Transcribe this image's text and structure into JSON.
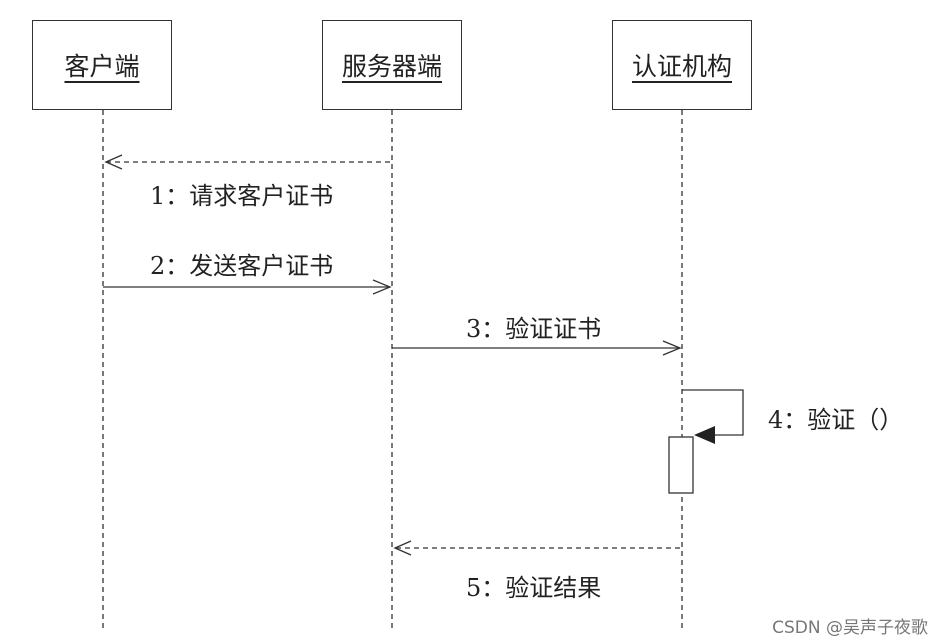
{
  "lifelines": [
    {
      "id": "client",
      "label": "客户端"
    },
    {
      "id": "server",
      "label": "服务器端"
    },
    {
      "id": "ca",
      "label": "认证机构"
    }
  ],
  "messages": [
    {
      "label": "1：请求客户证书",
      "from": "server",
      "to": "client",
      "style": "dashed"
    },
    {
      "label": "2：发送客户证书",
      "from": "client",
      "to": "server",
      "style": "solid"
    },
    {
      "label": "3：验证证书",
      "from": "server",
      "to": "ca",
      "style": "solid"
    },
    {
      "label": "4：验证（）",
      "from": "ca",
      "to": "ca",
      "style": "self"
    },
    {
      "label": "5：验证结果",
      "from": "ca",
      "to": "server",
      "style": "dashed"
    }
  ],
  "watermark": "CSDN @吴声子夜歌",
  "colors": {
    "line": "#333333",
    "background": "#ffffff"
  }
}
